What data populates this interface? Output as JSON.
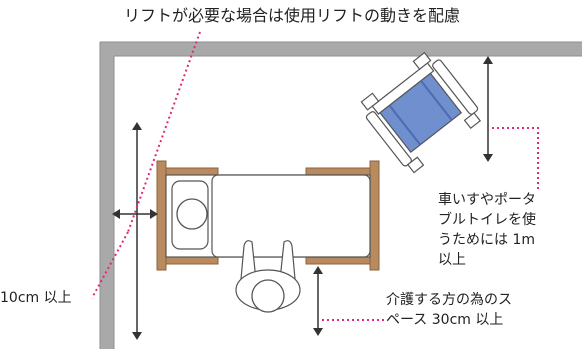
{
  "labels": {
    "top": "リフトが必要な場合は使用リフトの動きを配慮",
    "left": "10cm 以上",
    "right_lines": [
      "車いすやポータ",
      "ブルトイレを使",
      "うためには 1m",
      "以上"
    ],
    "bottom_lines": [
      "介護する方の為のス",
      "ペース 30cm 以上"
    ]
  },
  "colors": {
    "wall": "#a9a9a9",
    "wall_inner": "#ffffff",
    "bed_frame": "#b98a5e",
    "bed_frame_stroke": "#8a6240",
    "mattress": "#ffffff",
    "outline": "#555555",
    "wheelchair": "#6f8fcf",
    "arrow": "#333333",
    "leader": "#e0287a"
  },
  "icons": [
    "bed-icon",
    "wheelchair-icon",
    "caregiver-icon",
    "double-arrow-icon"
  ]
}
